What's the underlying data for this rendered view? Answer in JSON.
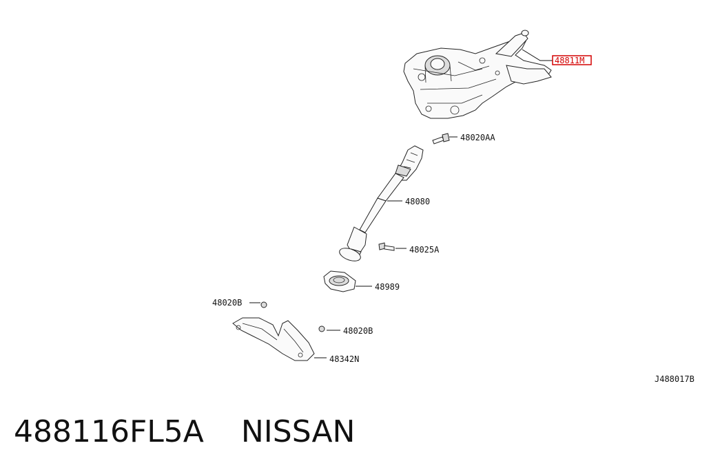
{
  "diagram": {
    "callouts": [
      {
        "id": "column",
        "label": "48811M",
        "highlighted": true
      },
      {
        "id": "bolt-top",
        "label": "48020AA"
      },
      {
        "id": "shaft",
        "label": "48080"
      },
      {
        "id": "bolt-mid",
        "label": "48025A"
      },
      {
        "id": "seal",
        "label": "48989"
      },
      {
        "id": "nut-left",
        "label": "48020B"
      },
      {
        "id": "nut-right",
        "label": "48020B"
      },
      {
        "id": "cover",
        "label": "48342N"
      }
    ],
    "drawing_code": "J488017B",
    "highlight_color": "#d40000"
  },
  "footer": {
    "part_number": "488116FL5A",
    "brand": "NISSAN"
  }
}
